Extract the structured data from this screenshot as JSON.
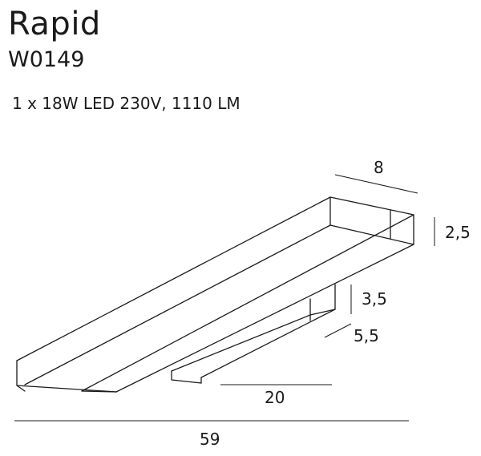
{
  "product": {
    "name": "Rapid",
    "code": "W0149",
    "spec": "1 x 18W LED 230V, 1110 LM"
  },
  "dimensions": {
    "depth": "8",
    "height_head": "2,5",
    "height_mount": "3,5",
    "width_mount": "5,5",
    "length_mount": "20",
    "length_total": "59"
  }
}
